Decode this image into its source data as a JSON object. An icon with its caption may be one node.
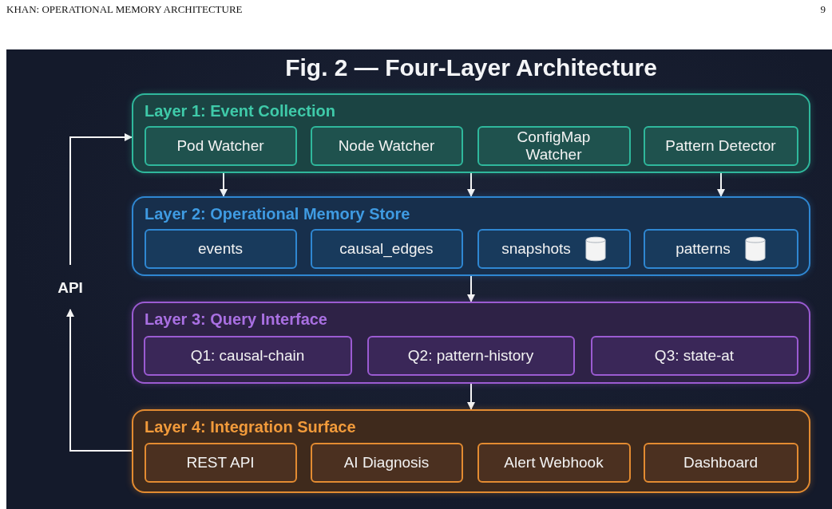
{
  "diagram": {
    "title": "Fig. 2 — Four-Layer Architecture",
    "nodes": [
      {
        "text": [
          "Layer 1: Event Collection"
        ]
      },
      {
        "text": [
          "Pod Watcher"
        ],
        "in": 0
      },
      {
        "text": [
          "Node Watcher"
        ],
        "in": 0
      },
      {
        "text": [
          "ConfigMap Watcher"
        ],
        "in": 0
      },
      {
        "text": [
          "Pattern Detector"
        ],
        "in": 0
      },
      {
        "text": [
          "Layer 2: Operational Memory Store"
        ]
      },
      {
        "text": [
          "events"
        ],
        "in": 5
      },
      {
        "text": [
          "causal_edges"
        ],
        "in": 5
      },
      {
        "text": [
          "snapshots"
        ],
        "in": 5
      },
      {
        "text": [
          "patterns"
        ],
        "in": 5
      },
      {
        "text": [
          "Layer 3: Query Interface"
        ]
      },
      {
        "text": [
          "Q1: causal-chain"
        ],
        "in": 10
      },
      {
        "text": [
          "Q2: pattern-history"
        ],
        "in": 10
      },
      {
        "text": [
          "Q3: state-at"
        ],
        "in": 10
      },
      {
        "text": [
          "Layer 4: Integration Surface"
        ]
      },
      {
        "text": [
          "REST API"
        ],
        "in": 14
      },
      {
        "text": [
          "AI Diagnosis"
        ],
        "in": 14
      },
      {
        "text": [
          "Alert Webhook"
        ],
        "in": 14
      },
      {
        "text": [
          "Dashboard"
        ],
        "in": 14
      },
      {
        "text": [
          "API"
        ]
      }
    ],
    "edges": [
      {
        "from": 0,
        "to": 5,
        "arrow": "to"
      },
      {
        "from": 0,
        "to": 5,
        "arrow": "to"
      },
      {
        "from": 0,
        "to": 5,
        "arrow": "to"
      },
      {
        "from": 5,
        "to": 10,
        "arrow": "to"
      },
      {
        "from": 10,
        "to": 14,
        "arrow": "to"
      },
      {
        "from": 14,
        "to": 19,
        "arrow": "to"
      },
      {
        "from": 19,
        "to": 0,
        "arrow": "to"
      }
    ],
    "labels": [
      "KHAN: OPERATIONAL MEMORY ARCHITECTURE",
      "9"
    ]
  }
}
